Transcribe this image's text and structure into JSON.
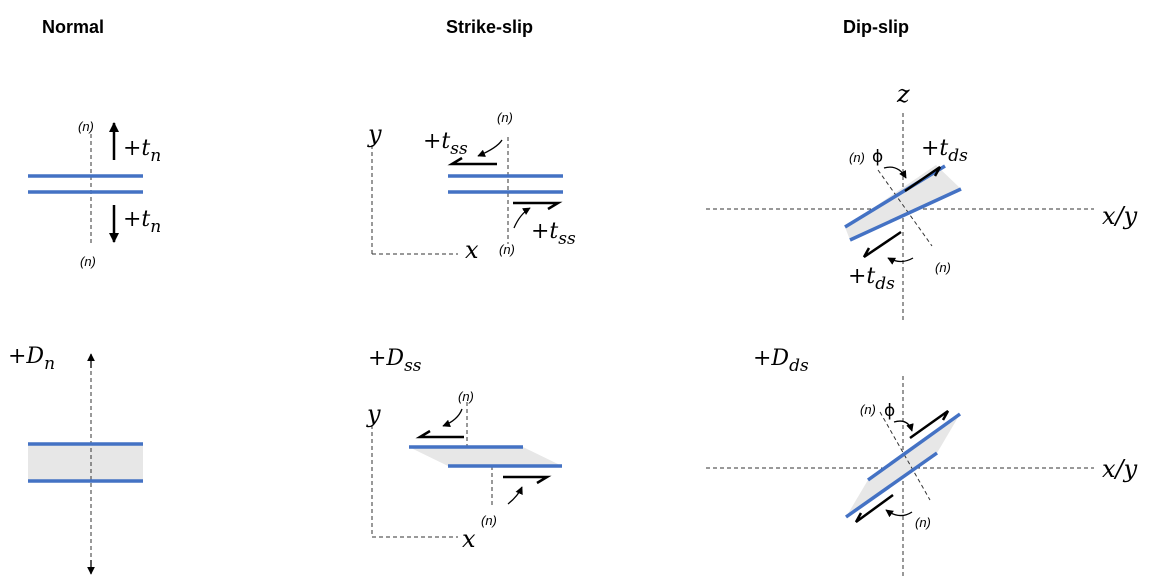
{
  "titles": {
    "normal": "Normal",
    "strike_slip": "Strike-slip",
    "dip_slip": "Dip-slip"
  },
  "normal_label": "(n)",
  "axes": {
    "x": "x",
    "y": "y",
    "z": "z",
    "xy": "x/y"
  },
  "phi": "ϕ",
  "traction": {
    "prefix": "+t",
    "normal_sub": "n",
    "strike_sub": "ss",
    "dip_sub": "ds"
  },
  "displacement": {
    "prefix": "+D",
    "normal_sub": "n",
    "strike_sub": "ss",
    "dip_sub": "ds"
  },
  "colors": {
    "fault": "#4472c4",
    "opening": "#e7e7e7",
    "ink": "#000000"
  }
}
